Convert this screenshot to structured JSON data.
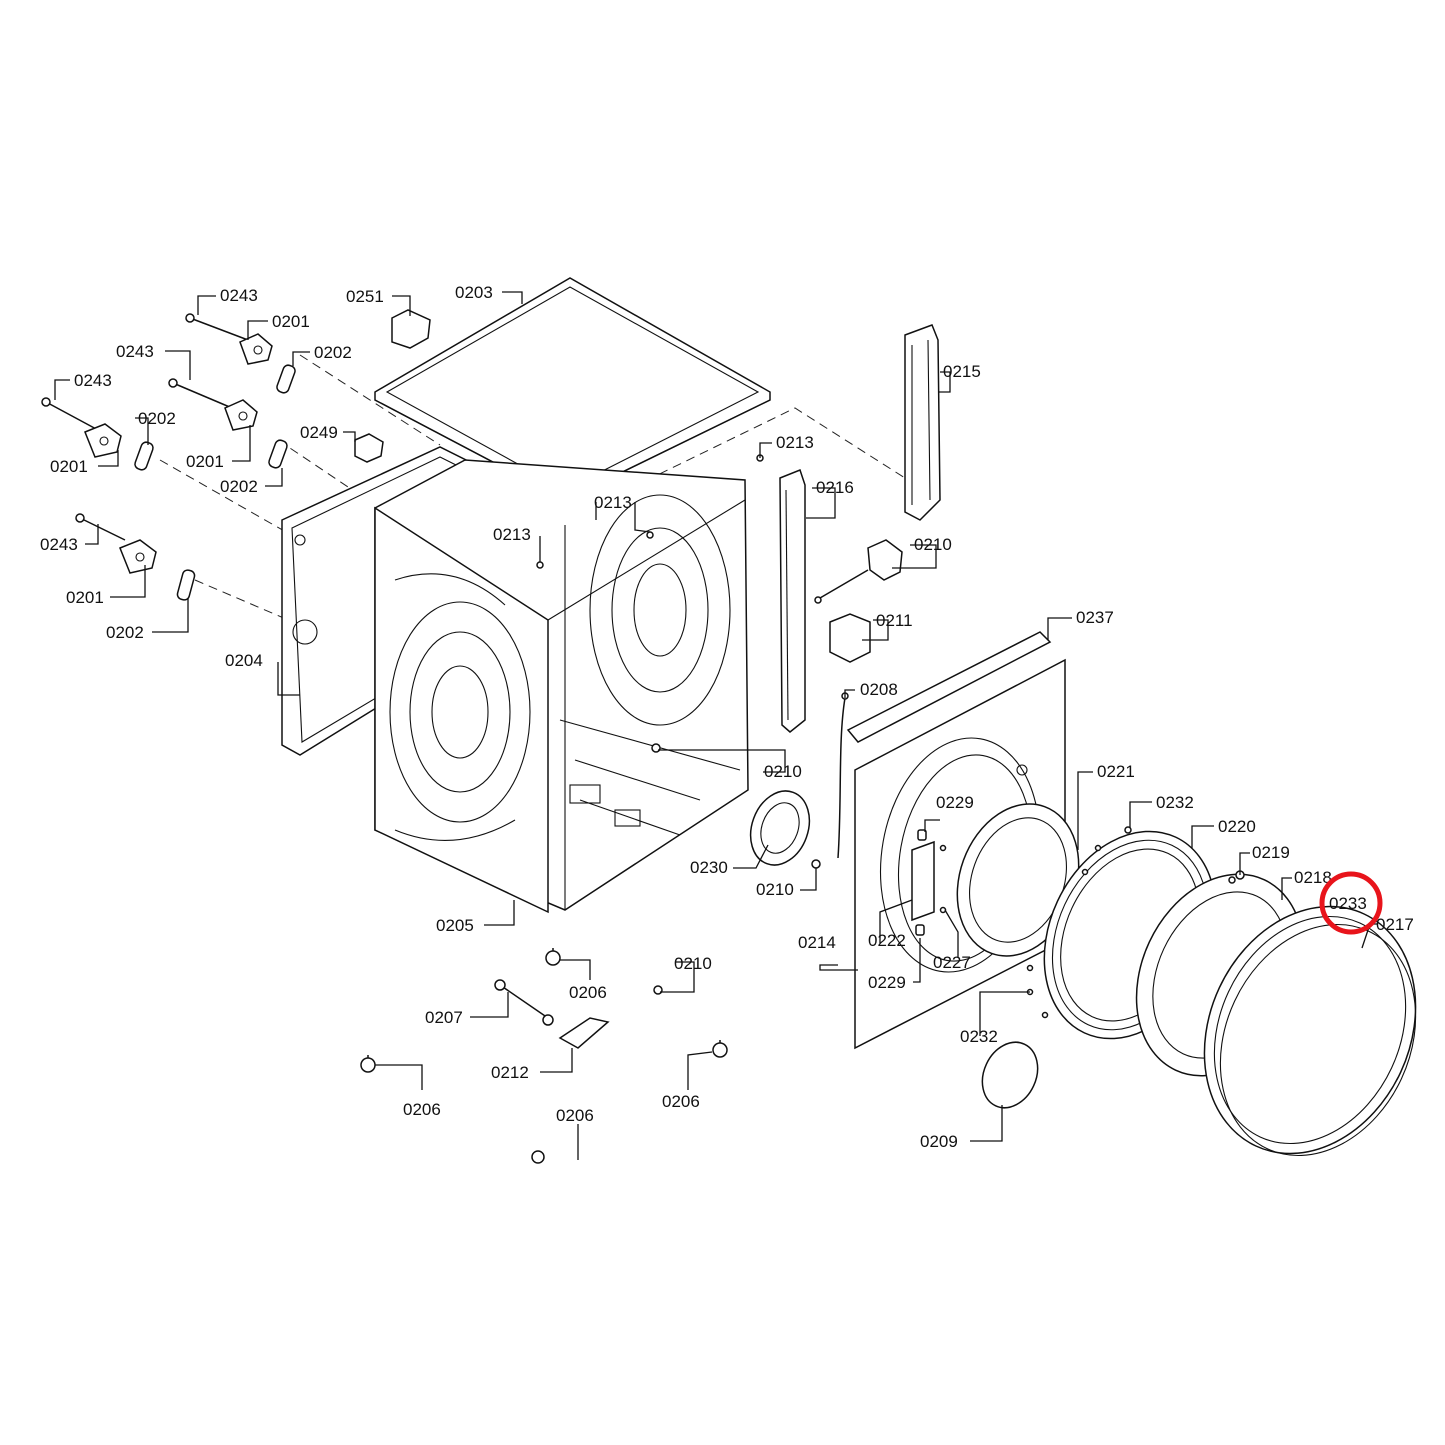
{
  "highlight": {
    "label": "0233",
    "color": "#e8141b"
  },
  "labels": [
    "0243",
    "0201",
    "0202",
    "0243",
    "0243",
    "0202",
    "0201",
    "0201",
    "0202",
    "0243",
    "0201",
    "0202",
    "0251",
    "0203",
    "0249",
    "0213",
    "0213",
    "0213",
    "0215",
    "0216",
    "0210",
    "0211",
    "0237",
    "0204",
    "0208",
    "0210",
    "0221",
    "0229",
    "0232",
    "0220",
    "0219",
    "0218",
    "0233",
    "0217",
    "0230",
    "0210",
    "0205",
    "0214",
    "0222",
    "0227",
    "0229",
    "0210",
    "0206",
    "0207",
    "0212",
    "0232",
    "0206",
    "0206",
    "0206",
    "0209"
  ],
  "icons": [
    "bolt-icon",
    "hinge-bracket-icon",
    "hinge-plate-icon",
    "top-cover-icon",
    "side-panel-icon",
    "cabinet-icon",
    "front-panel-icon",
    "door-ring-icon",
    "door-glass-icon",
    "foot-icon",
    "wrench-icon",
    "cover-cap-icon"
  ]
}
